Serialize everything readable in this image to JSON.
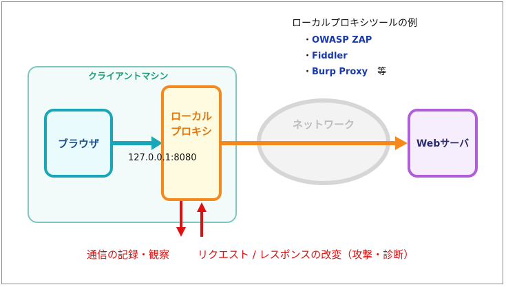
{
  "tools": {
    "title": "ローカルプロキシツールの例",
    "bullet": "・",
    "items": [
      {
        "name": "OWASP ZAP",
        "suffix": ""
      },
      {
        "name": "Fiddler",
        "suffix": ""
      },
      {
        "name": "Burp Proxy",
        "suffix": "等"
      }
    ]
  },
  "client_machine": {
    "label": "クライアントマシン"
  },
  "browser": {
    "label": "ブラウザ"
  },
  "proxy": {
    "line1": "ローカル",
    "line2": "プロキシ",
    "address": "127.0.0.1:8080"
  },
  "network": {
    "label": "ネットワーク"
  },
  "web_server": {
    "label": "Webサーバ"
  },
  "bottom": {
    "left": "通信の記録・観察",
    "right": "リクエスト / レスポンスの改変（攻撃・診断）"
  },
  "colors": {
    "browser_arrow": "#19a6b8",
    "proxy_arrow": "#f5891e",
    "red_arrow": "#e01010",
    "network_ring": "#d6d6d6"
  }
}
